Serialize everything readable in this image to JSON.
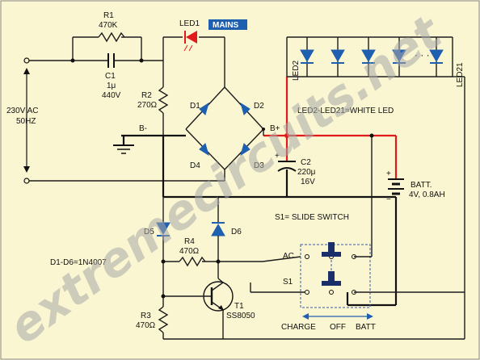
{
  "labels": {
    "r1": "R1",
    "r1_val": "470K",
    "c1": "C1",
    "c1_val1": "1μ",
    "c1_val2": "440V",
    "led1": "LED1",
    "mains": "MAINS",
    "ac_in1": "230V AC",
    "ac_in2": "50HZ",
    "r2": "R2",
    "r2_val": "270Ω",
    "d1": "D1",
    "d2": "D2",
    "d3": "D3",
    "d4": "D4",
    "bminus": "B-",
    "bplus": "B+",
    "c2": "C2",
    "c2_val1": "220μ",
    "c2_val2": "16V",
    "led2": "LED2",
    "led21": "LED21",
    "white_led": "LED2-LED21=WHITE LED",
    "batt": "BATT.",
    "batt_val": "4V, 0.8AH",
    "switch_desc": "S1= SLIDE SWITCH",
    "d5": "D5",
    "d6": "D6",
    "r4": "R4",
    "r4_val": "470Ω",
    "diodes": "D1-D6=1N4007",
    "ac": "AC",
    "s1": "S1",
    "t1": "T1",
    "t1_val": "SS8050",
    "r3": "R3",
    "r3_val": "470Ω",
    "charge": "CHARGE",
    "off": "OFF",
    "batt_pos": "BATT",
    "plus": "+",
    "minus": "−",
    "watermark": "extremecircuits.net"
  },
  "colors": {
    "background": "#fbf6d2",
    "wire": "#1c1c1c",
    "positive_rail": "#e11b1b",
    "component_blue": "#1f5fb0",
    "led1_red": "#e11b1b",
    "mains_badge": "#1f5fb0",
    "watermark": "#a8a8a8"
  }
}
